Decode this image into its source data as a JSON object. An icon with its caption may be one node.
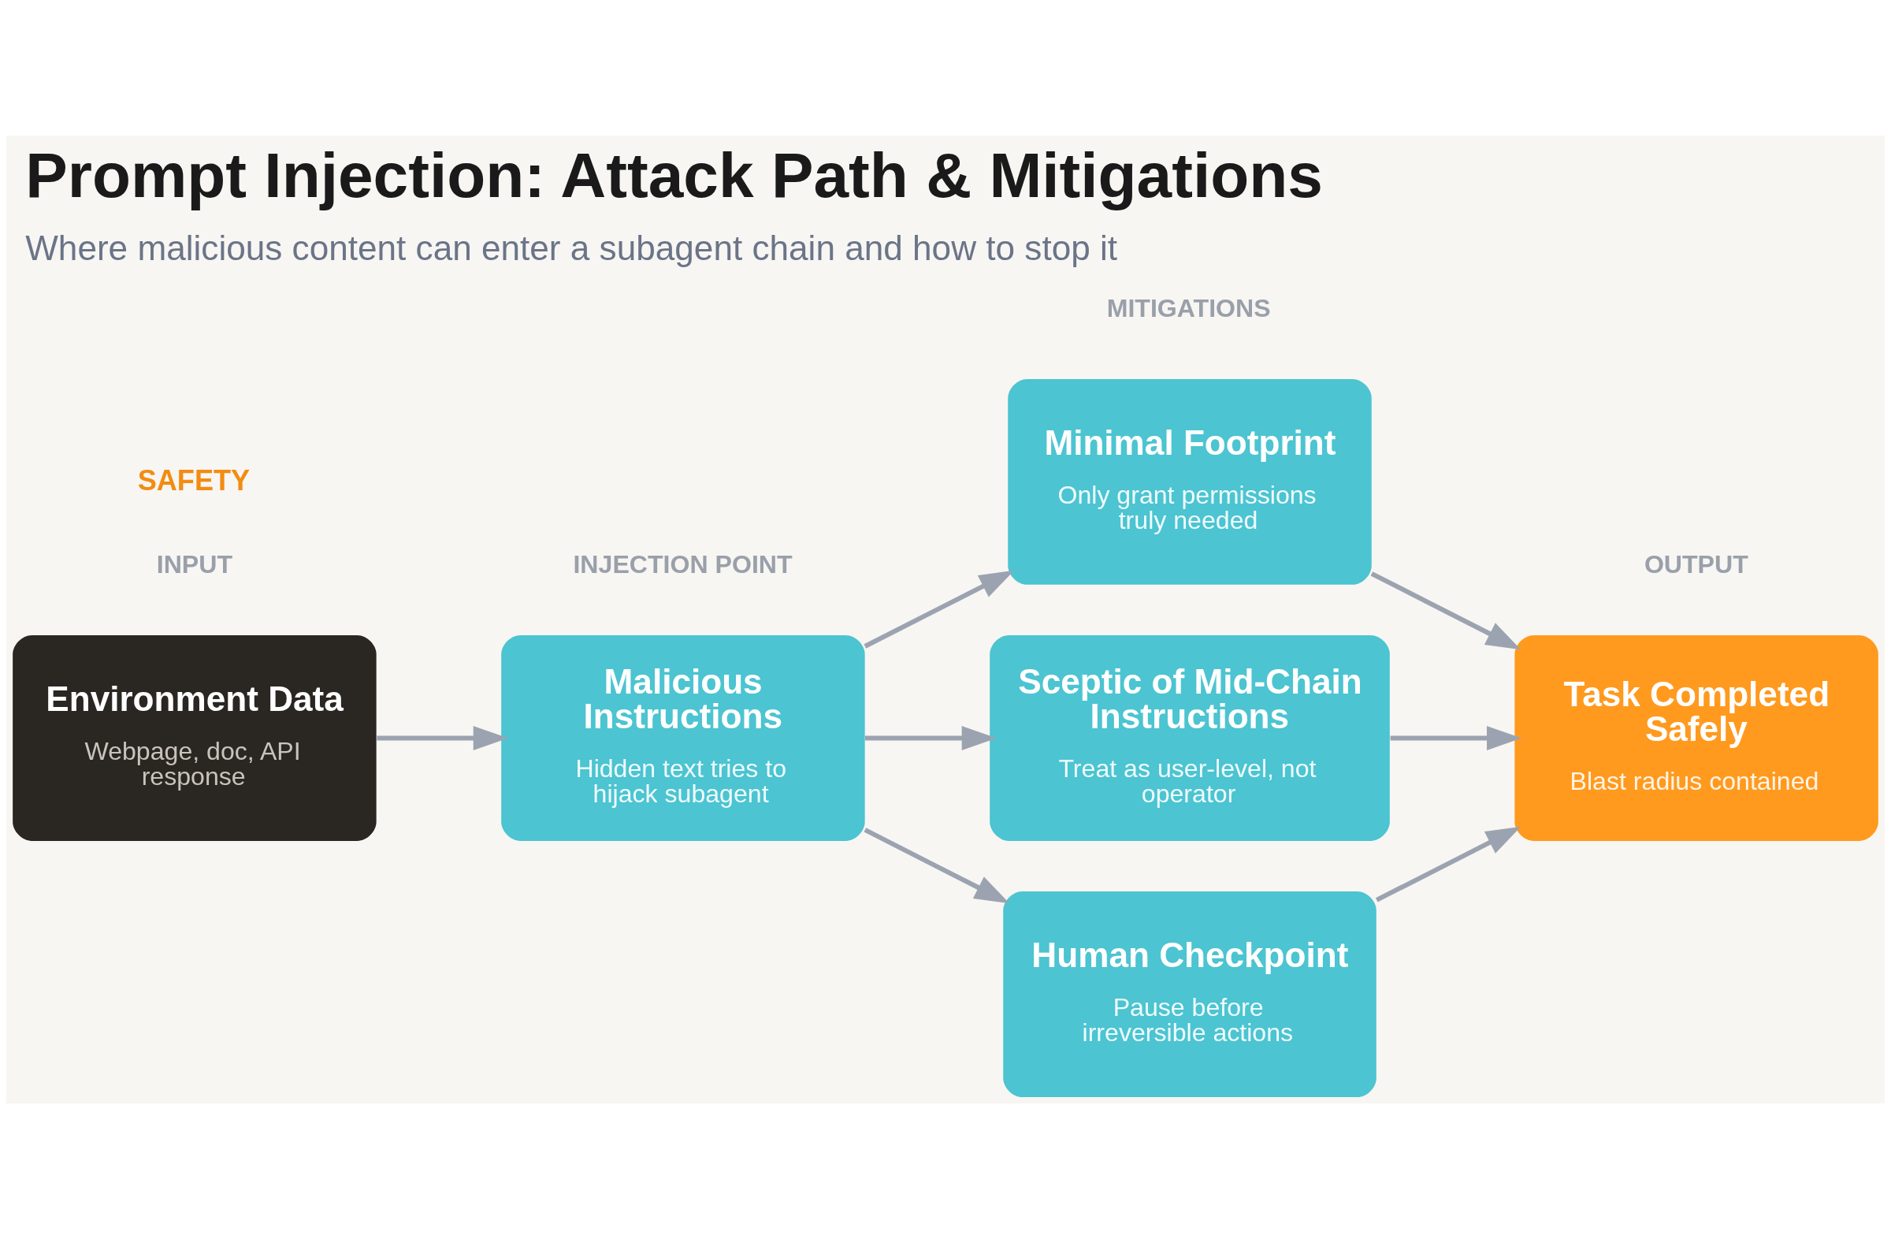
{
  "diagram": {
    "title": "Prompt Injection: Attack Path & Mitigations",
    "caption": "Where malicious content can enter a subagent chain and how to stop it",
    "nodes": [
      {
        "text": [
          "Environment Data",
          "Webpage, doc, API response"
        ]
      },
      {
        "text": [
          "Malicious Instructions",
          "Hidden text tries to hijack subagent"
        ]
      },
      {
        "text": [
          "Minimal Footprint",
          "Only grant permissions truly needed"
        ]
      },
      {
        "text": [
          "Sceptic of Mid-Chain Instructions",
          "Treat as user-level, not operator"
        ]
      },
      {
        "text": [
          "Human Checkpoint",
          "Pause before irreversible actions"
        ]
      },
      {
        "text": [
          "Task Completed Safely",
          "Blast radius contained"
        ]
      }
    ],
    "edges": [
      {
        "from": 0,
        "to": 1,
        "arrow": "to"
      },
      {
        "from": 1,
        "to": 2,
        "arrow": "to"
      },
      {
        "from": 1,
        "to": 3,
        "arrow": "to"
      },
      {
        "from": 1,
        "to": 4,
        "arrow": "to"
      },
      {
        "from": 2,
        "to": 5,
        "arrow": "to"
      },
      {
        "from": 3,
        "to": 5,
        "arrow": "to"
      },
      {
        "from": 4,
        "to": 5,
        "arrow": "to"
      }
    ],
    "labels": [
      "SAFETY",
      "INPUT",
      "INJECTION POINT",
      "MITIGATIONS",
      "OUTPUT"
    ]
  }
}
